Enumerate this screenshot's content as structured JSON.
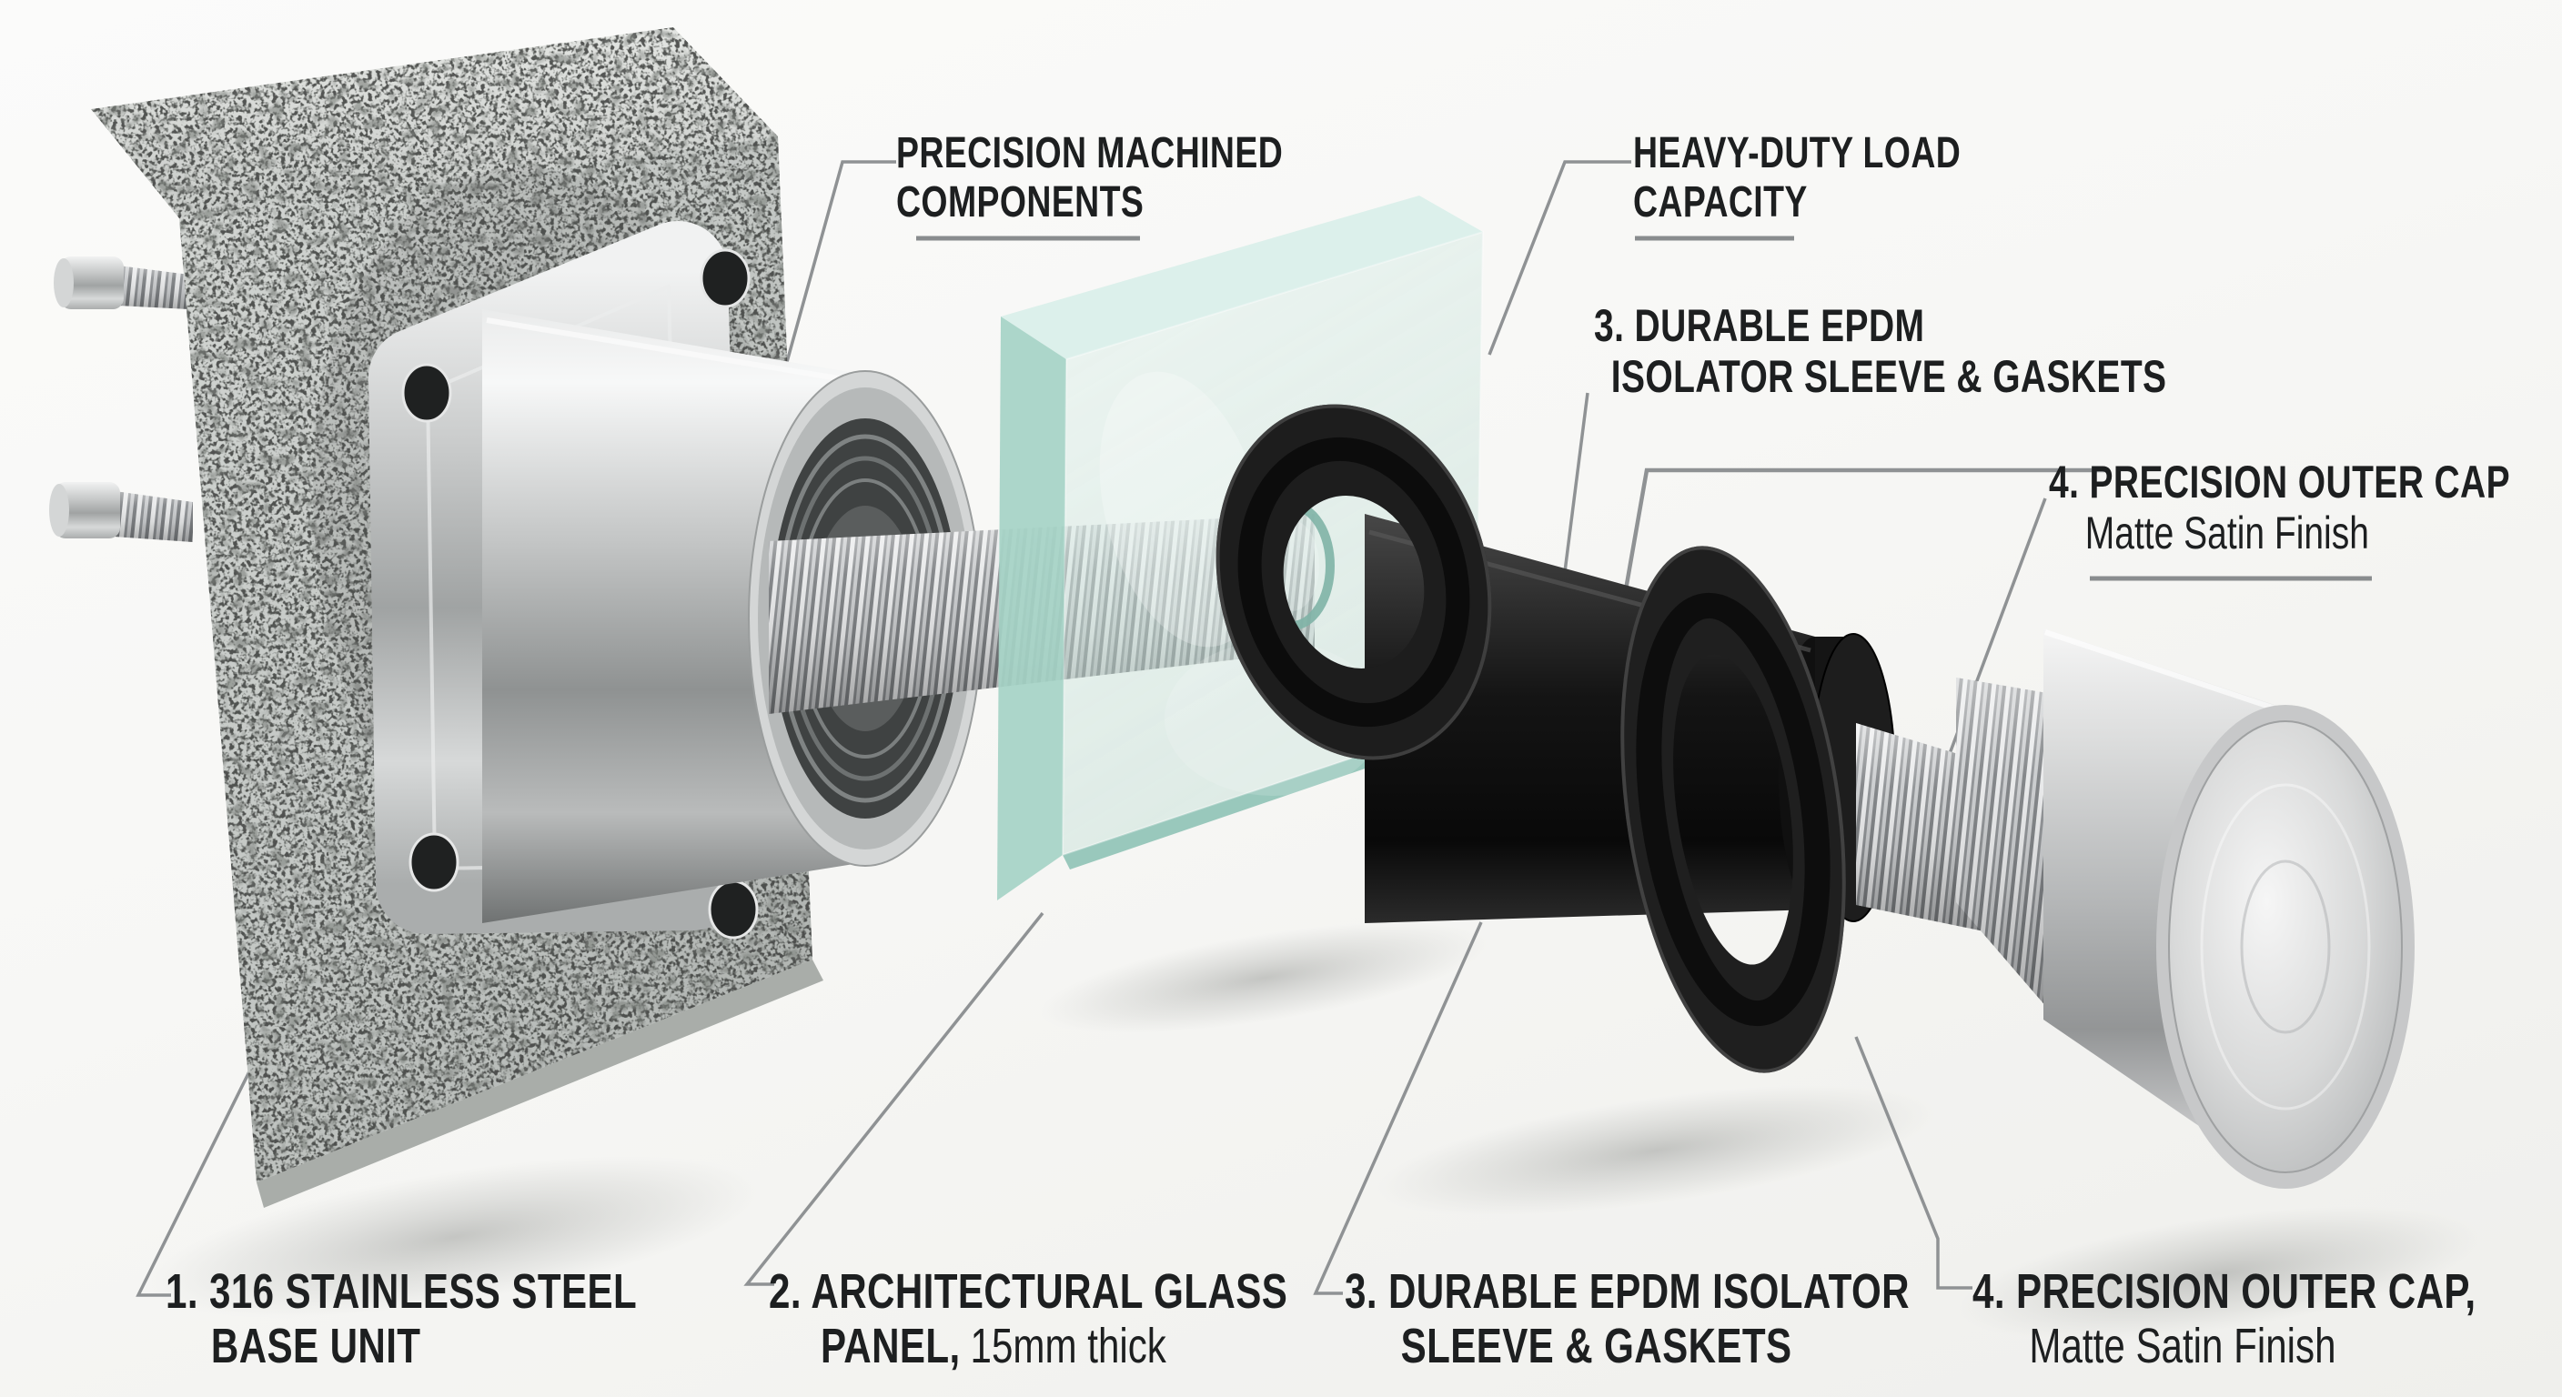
{
  "figure": {
    "kind": "exploded-assembly-product-diagram",
    "subject": "Stainless steel glass standoff fixing mounted to concrete"
  },
  "labels": {
    "precision_machined": {
      "line1": "PRECISION MACHINED",
      "line2": "COMPONENTS"
    },
    "heavy_duty": {
      "line1": "HEAVY-DUTY LOAD",
      "line2": "CAPACITY"
    },
    "epdm_top": {
      "line1": "3. DURABLE EPDM",
      "line2": "ISOLATOR SLEEVE & GASKETS"
    },
    "cap_right": {
      "line1": "4. PRECISION OUTER CAP",
      "line2": "Matte Satin Finish"
    },
    "base_bottom": {
      "line1": "1. 316 STAINLESS STEEL",
      "line2": "BASE UNIT"
    },
    "glass_bottom": {
      "line1": "2. ARCHITECTURAL GLASS",
      "line2_bold": "PANEL,",
      "line2_regular": "15mm thick"
    },
    "epdm_bottom": {
      "line1": "3. DURABLE EPDM ISOLATOR",
      "line2": "SLEEVE & GASKETS"
    },
    "cap_bottom": {
      "line1": "4. PRECISION OUTER CAP,",
      "line2": "Matte Satin Finish"
    }
  },
  "colors": {
    "label_text": "#1d1f20",
    "leader_line": "#8f9294",
    "steel_highlight": "#f2f3f3",
    "steel_shadow": "#8e9191",
    "rubber_black": "#161616",
    "glass_teal": "#bfe4db",
    "concrete_gray": "#c9ccc9",
    "background": "#f7f7f5"
  }
}
